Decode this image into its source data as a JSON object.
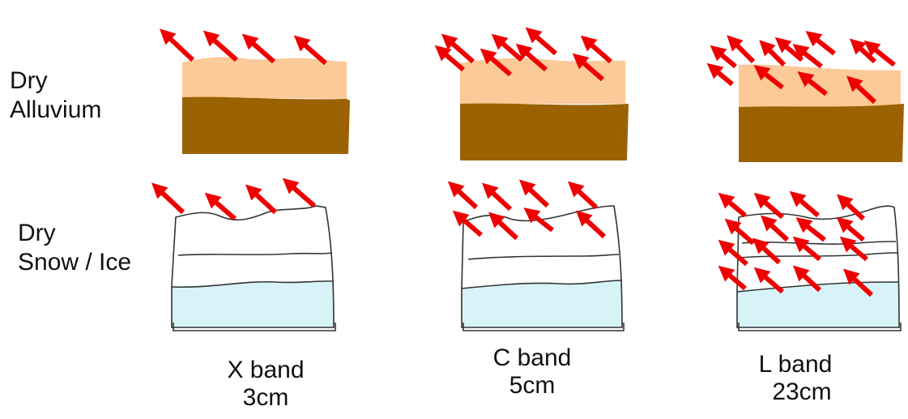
{
  "rows": [
    {
      "label_line1": "Dry",
      "label_line2": "Alluvium"
    },
    {
      "label_line1": "Dry",
      "label_line2": "Snow / Ice"
    }
  ],
  "bands": [
    {
      "name": "X band",
      "wavelength": "3cm"
    },
    {
      "name": "C band",
      "wavelength": "5cm"
    },
    {
      "name": "L band",
      "wavelength": "23cm"
    }
  ],
  "colors": {
    "alluvium_top": "#fcc998",
    "alluvium_base": "#9b6203",
    "ice": "#d7f3f8",
    "snow_outline": "#333333",
    "arrow": "#ee0000"
  }
}
